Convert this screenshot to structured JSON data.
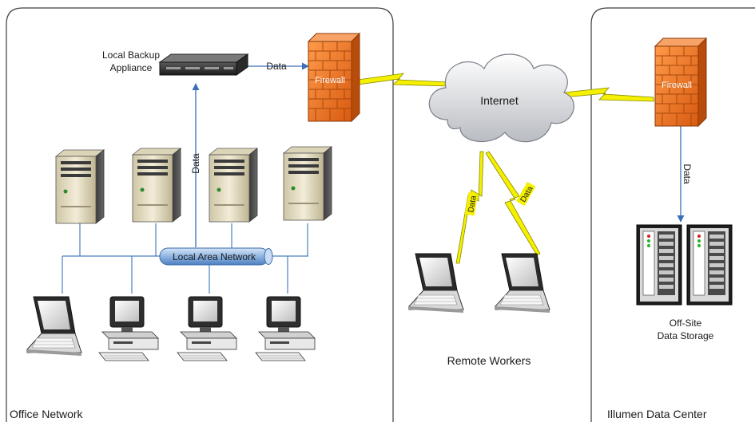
{
  "regions": {
    "office": "Office Network",
    "remote": "Remote Workers",
    "datacenter": "Illumen Data Center"
  },
  "labels": {
    "backup_line1": "Local Backup",
    "backup_line2": "Appliance",
    "firewall_left": "Firewall",
    "firewall_right": "Firewall",
    "internet": "Internet",
    "lan": "Local Area Network",
    "offsite_line1": "Off-Site",
    "offsite_line2": "Data Storage"
  },
  "data_flows": {
    "backup_to_firewall": "Data",
    "lan_to_backup": "Data",
    "firewall_to_storage": "Data",
    "internet_to_laptop1": "Data",
    "internet_to_laptop2": "Data"
  },
  "colors": {
    "panel_border": "#3c3c3c",
    "arrow_blue": "#3a6fb8",
    "firewall_orange": "#f07a28",
    "lightning_yellow": "#f4f000",
    "lan_pipe": "#8fb4e0"
  }
}
